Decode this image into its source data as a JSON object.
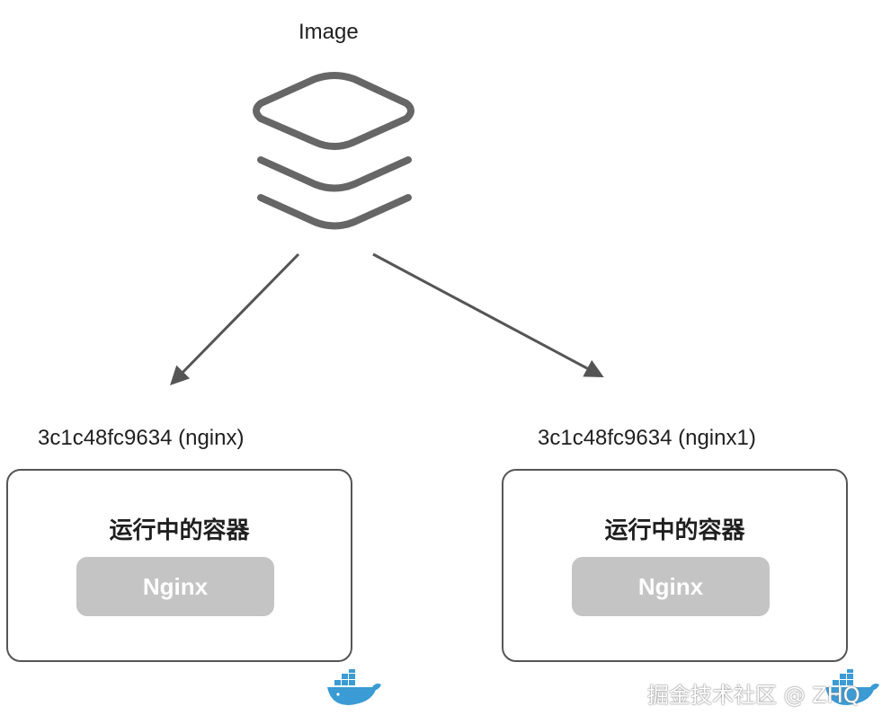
{
  "image": {
    "label": "Image"
  },
  "containers": [
    {
      "id_label": "3c1c48fc9634 (nginx)",
      "title": "运行中的容器",
      "app": "Nginx"
    },
    {
      "id_label": "3c1c48fc9634 (nginx1)",
      "title": "运行中的容器",
      "app": "Nginx"
    }
  ],
  "watermark": "掘金技术社区 @ ZHQ",
  "colors": {
    "stroke": "#555555",
    "pill": "#c4c4c4",
    "whale": "#3a9bd5"
  }
}
